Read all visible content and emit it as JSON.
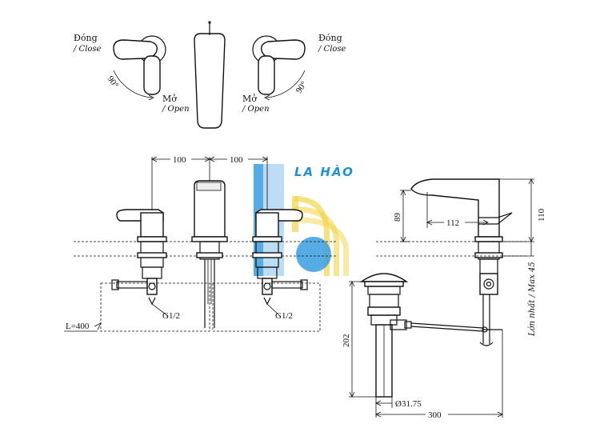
{
  "handle_labels": {
    "close_vi": "Đóng",
    "close_en": "/ Close",
    "open_vi": "Mở",
    "open_en": "/ Open",
    "angle": "90°"
  },
  "dimensions": {
    "spacing_left": "100",
    "spacing_right": "100",
    "thread_left": "G1/2",
    "thread_right": "G1/2",
    "hose_length": "L=400",
    "spout_reach": "112",
    "spout_height": "89",
    "total_height": "110",
    "max_thickness": "Lớn nhất / Max 45",
    "drain_height": "202",
    "drain_diameter": "Ø31.75",
    "drain_length": "300"
  },
  "logo": {
    "text": "LA HÀO",
    "colors": {
      "blue": "#3a9de0",
      "light_blue": "#9fcdf2",
      "yellow": "#f2d64a"
    }
  }
}
